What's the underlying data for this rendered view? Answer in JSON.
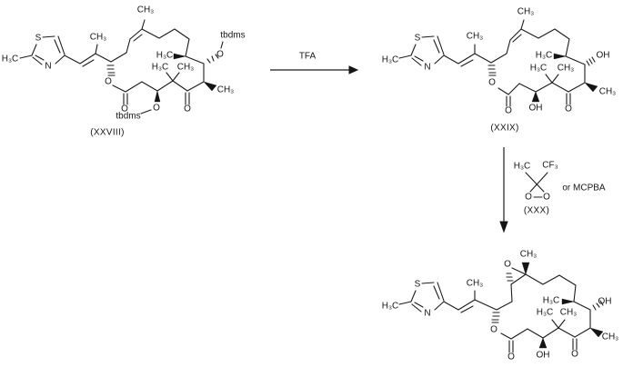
{
  "colors": {
    "ink": "#1a1a1a",
    "background": "#ffffff"
  },
  "atoms": {
    "s": "S",
    "n": "N",
    "o": "O",
    "oh": "OH",
    "ch3": "CH₃",
    "h3c": "H₃C",
    "cf3": "CF₃",
    "tbdms": "tbdms"
  },
  "captions": {
    "xxviii": "(XXVIII)",
    "xxix": "(XXIX)",
    "xxx": "(XXX)"
  },
  "reagents": {
    "step1": "TFA",
    "step2_alt": "or MCPBA"
  }
}
